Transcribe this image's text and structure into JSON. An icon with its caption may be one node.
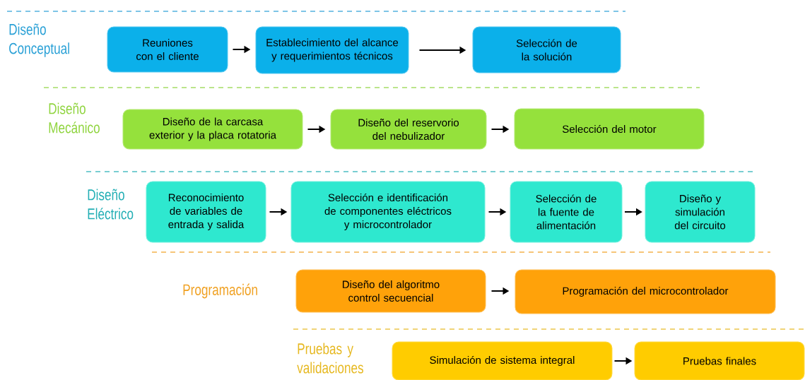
{
  "diagram": {
    "nodes": [
      {
        "text": [
          "Reuniones con el cliente"
        ]
      },
      {
        "text": [
          "Establecimiento del alcance y requerimientos técnicos"
        ]
      },
      {
        "text": [
          "Selección de la solución"
        ]
      },
      {
        "text": [
          "Diseño de la carcasa exterior y la placa rotatoria"
        ]
      },
      {
        "text": [
          "Diseño del reservorio del nebulizador"
        ]
      },
      {
        "text": [
          "Selección del motor"
        ]
      },
      {
        "text": [
          "Reconocimiento de variables de entrada y salida"
        ]
      },
      {
        "text": [
          "Selección e identificación de componentes eléctricos y microcontrolador"
        ]
      },
      {
        "text": [
          "Selección de la fuente de alimentación"
        ]
      },
      {
        "text": [
          "Diseño y simulación del circuito"
        ]
      },
      {
        "text": [
          "Diseño del algoritmo control secuencial"
        ]
      },
      {
        "text": [
          "Programación del microcontrolador"
        ]
      },
      {
        "text": [
          "Simulación de sistema integral"
        ]
      },
      {
        "text": [
          "Pruebas finales"
        ]
      }
    ],
    "edges": [
      {
        "from": 0,
        "to": 1,
        "arrow": "to"
      },
      {
        "from": 1,
        "to": 2,
        "arrow": "to"
      },
      {
        "from": 3,
        "to": 4,
        "arrow": "to"
      },
      {
        "from": 4,
        "to": 5,
        "arrow": "to"
      },
      {
        "from": 6,
        "to": 7,
        "arrow": "to"
      },
      {
        "from": 7,
        "to": 8,
        "arrow": "to"
      },
      {
        "from": 8,
        "to": 9,
        "arrow": "to"
      },
      {
        "from": 10,
        "to": 11,
        "arrow": "to"
      },
      {
        "from": 12,
        "to": 13,
        "arrow": "to"
      }
    ],
    "labels": [
      "Diseño Conceptual",
      "Diseño Mecánico",
      "Diseño Eléctrico",
      "Programación",
      "Pruebas y validaciones"
    ]
  }
}
